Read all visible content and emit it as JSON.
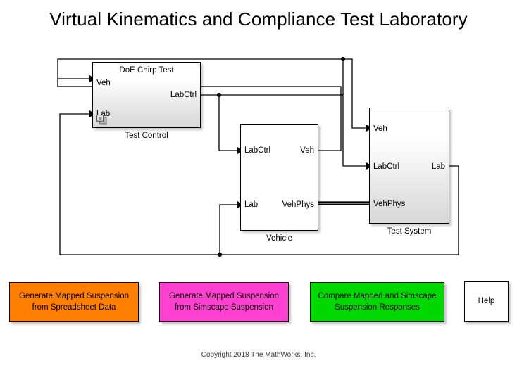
{
  "page": {
    "title": "Virtual Kinematics and Compliance Test Laboratory",
    "copyright": "Copyright 2018 The MathWorks, Inc."
  },
  "blocks": {
    "test_control": {
      "heading": "DoE Chirp Test",
      "caption": "Test Control",
      "inputs": [
        "Veh",
        "Lab"
      ],
      "outputs": [
        "LabCtrl"
      ],
      "icon": "subsystem-icon"
    },
    "vehicle": {
      "heading": "",
      "caption": "Vehicle",
      "inputs": [
        "LabCtrl",
        "Lab"
      ],
      "outputs": [
        "Veh",
        "VehPhys"
      ]
    },
    "test_system": {
      "heading": "",
      "caption": "Test System",
      "inputs": [
        "Veh",
        "LabCtrl",
        "VehPhys"
      ],
      "outputs": [
        "Lab"
      ]
    }
  },
  "buttons": [
    {
      "id": "generate-from-spreadsheet",
      "line1": "Generate Mapped Suspension",
      "line2": "from Spreadsheet Data",
      "color": "#FF8000"
    },
    {
      "id": "generate-from-simscape",
      "line1": "Generate Mapped Suspension",
      "line2": "from Simscape Suspension",
      "color": "#FF40D0"
    },
    {
      "id": "compare-responses",
      "line1": "Compare Mapped and Simscape",
      "line2": "Suspension Responses",
      "color": "#00D800"
    },
    {
      "id": "help",
      "line1": "Help",
      "line2": "",
      "color": "#FFFFFF"
    }
  ],
  "colors": {
    "signal_line": "#000000",
    "block_border": "#000000",
    "canvas": "#FFFFFF"
  }
}
